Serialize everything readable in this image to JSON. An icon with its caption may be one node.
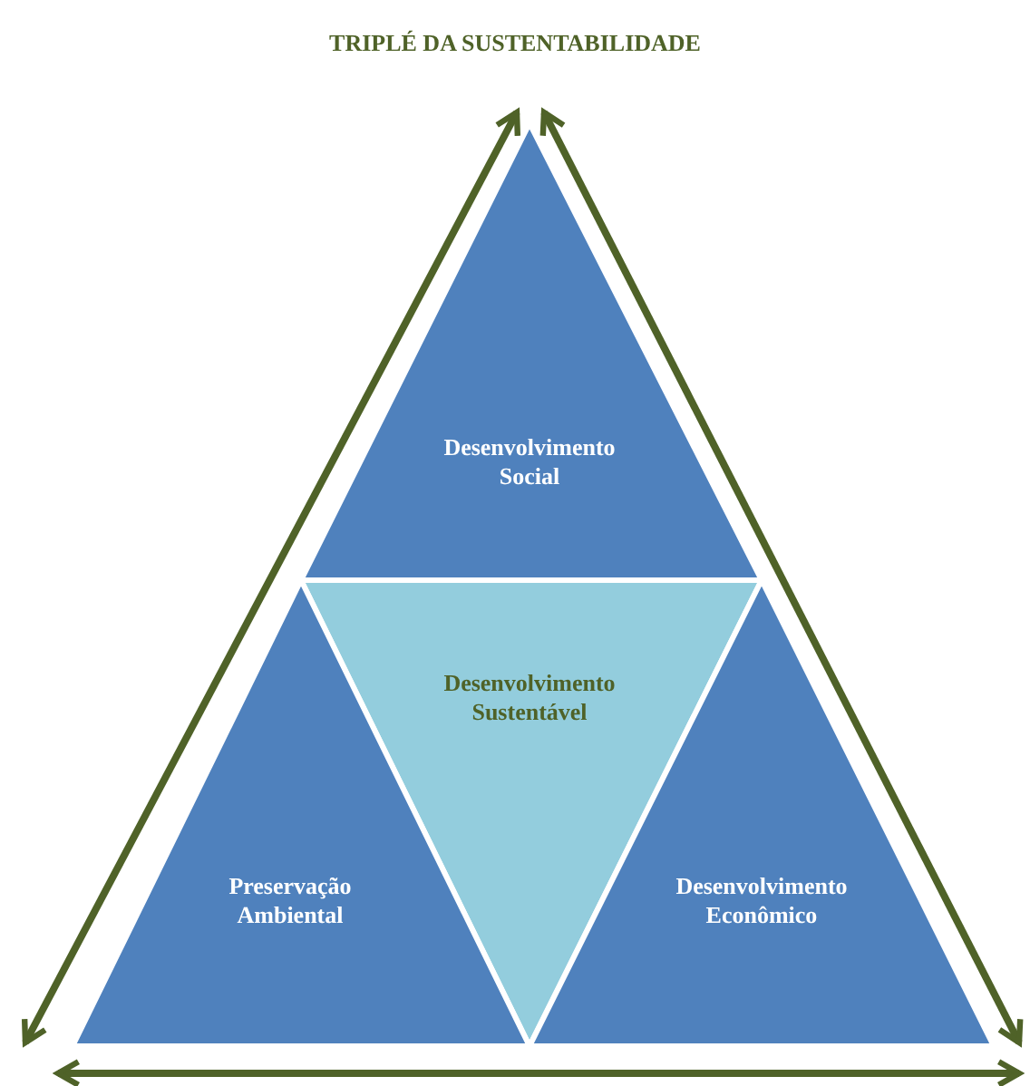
{
  "diagram": {
    "title": "TRIPLÉ DA SUSTENTABILIDADE",
    "nodes": [
      {
        "text": [
          "Desenvolvimento Social"
        ]
      },
      {
        "text": [
          "Desenvolvimento Sustentável"
        ]
      },
      {
        "text": [
          "Preservação Ambiental"
        ]
      },
      {
        "text": [
          "Desenvolvimento Econômico"
        ]
      }
    ],
    "edges": [
      {
        "from": 0,
        "to": 2,
        "arrow": "both"
      },
      {
        "from": 0,
        "to": 3,
        "arrow": "both"
      },
      {
        "from": 2,
        "to": 3,
        "arrow": "both"
      }
    ]
  }
}
